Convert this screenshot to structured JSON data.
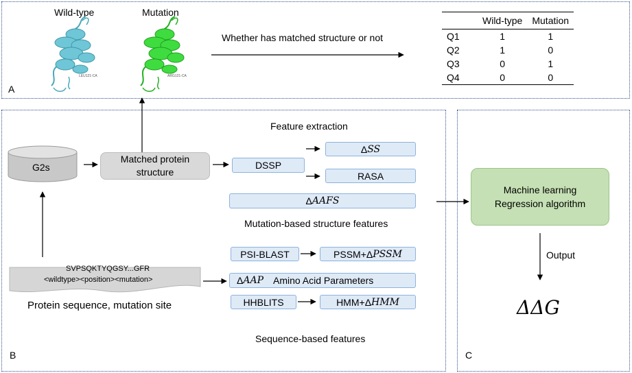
{
  "panel_a": {
    "letter": "A",
    "wildtype_label": "Wild-type",
    "mutation_label": "Mutation",
    "wildtype_residue": "LEU121-CA",
    "mutation_residue": "ARG121-CA",
    "arrow_text": "Whether has matched structure or not",
    "table": {
      "headers": [
        "",
        "Wild-type",
        "Mutation"
      ],
      "rows": [
        [
          "Q1",
          "1",
          "1"
        ],
        [
          "Q2",
          "1",
          "0"
        ],
        [
          "Q3",
          "0",
          "1"
        ],
        [
          "Q4",
          "0",
          "0"
        ]
      ]
    }
  },
  "panel_b": {
    "letter": "B",
    "g2s": "G2s",
    "matched_line1": "Matched protein",
    "matched_line2": "structure",
    "feature_extraction": "Feature extraction",
    "dssp": "DSSP",
    "delta": "Δ",
    "ss": "SS",
    "rasa": "RASA",
    "aafs": "AAFS",
    "mutation_based": "Mutation-based structure features",
    "psiblast": "PSI-BLAST",
    "pssm_prefix": "PSSM+",
    "pssm": "PSSM",
    "aap": "AAP",
    "aap_desc": "Amino Acid Parameters",
    "hhblits": "HHBLITS",
    "hmm_prefix": "HMM+",
    "hmm": "HMM",
    "seq_line1": "SVPSQKTYQGSY...GFR",
    "seq_line2": "<wildtype><position><mutation>",
    "protein_label": "Protein sequence, mutation site",
    "sequence_based": "Sequence-based features"
  },
  "panel_c": {
    "letter": "C",
    "ml_line1": "Machine learning",
    "ml_line2": "Regression algorithm",
    "output": "Output",
    "ddg": "ΔΔG"
  },
  "colors": {
    "border": "#2e4e8a",
    "blue_fill": "#dfeaf7",
    "grey_fill": "#d9d9d9",
    "green_fill": "#c5e0b4",
    "wildtype_protein": "#6fc6d6",
    "mutation_protein": "#3fdc3f"
  }
}
